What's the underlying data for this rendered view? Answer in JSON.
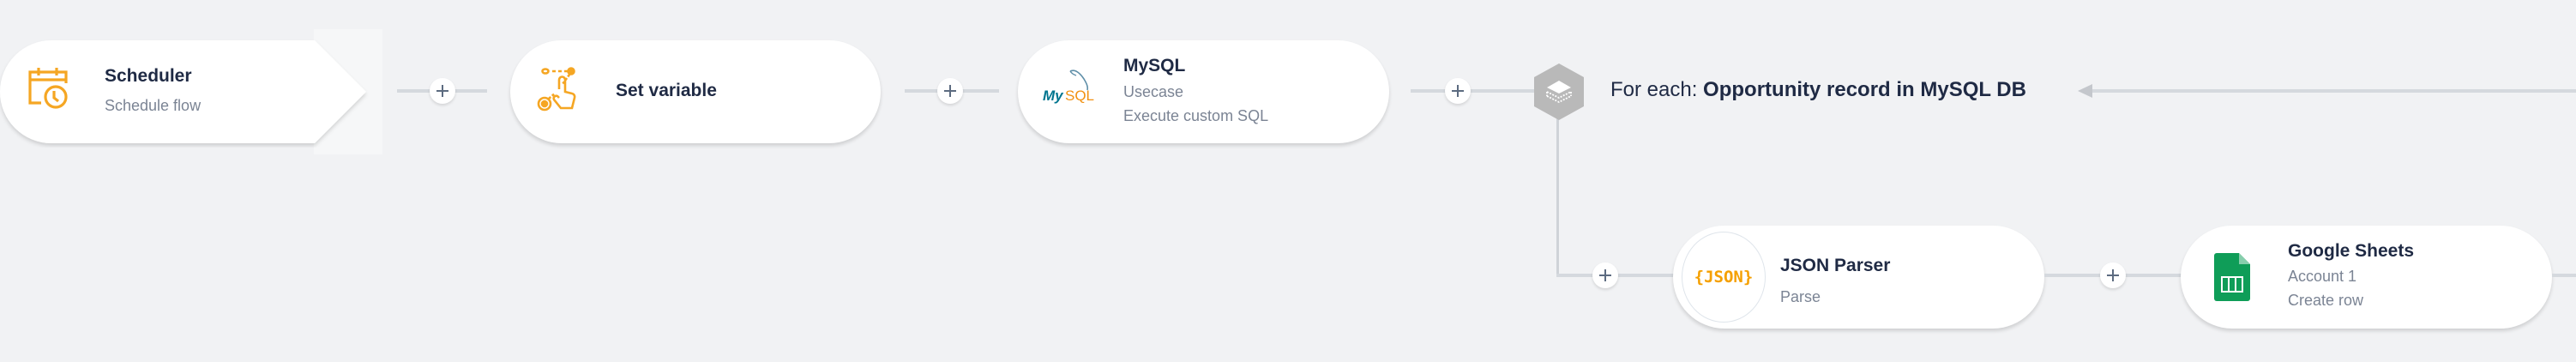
{
  "canvas": {
    "background": "#f1f2f4",
    "connector_color": "#d5d9de",
    "accent_orange": "#f5a623"
  },
  "nodes": {
    "scheduler": {
      "title": "Scheduler",
      "subtitle": "Schedule flow",
      "icon": "calendar-clock-icon"
    },
    "set_variable": {
      "title": "Set variable",
      "icon": "hand-pointer-variable-icon"
    },
    "mysql": {
      "title": "MySQL",
      "line1": "Usecase",
      "line2": "Execute custom SQL",
      "icon": "mysql-logo",
      "logo_my": "My",
      "logo_sql": "SQL"
    },
    "for_each": {
      "prefix": "For each: ",
      "subject": "Opportunity record in MySQL DB",
      "icon": "layers-hexagon-icon"
    },
    "json_parser": {
      "title": "JSON Parser",
      "subtitle": "Parse",
      "icon_text": "{JSON}"
    },
    "google_sheets": {
      "title": "Google Sheets",
      "line1": "Account 1",
      "line2": "Create row",
      "icon": "google-sheets-icon"
    }
  },
  "add_step": {
    "icon": "plus-icon"
  }
}
